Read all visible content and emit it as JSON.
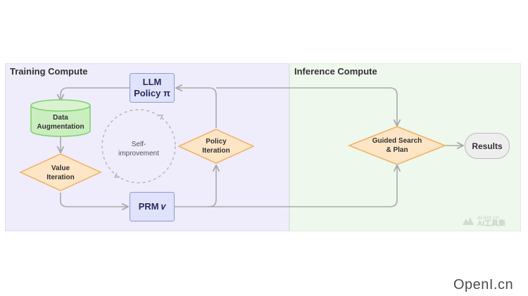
{
  "panels": {
    "training_title": "Training Compute",
    "inference_title": "Inference Compute"
  },
  "nodes": {
    "llm_policy_line1": "LLM",
    "llm_policy_line2": "Policy π",
    "prm": "PRM 𝑣",
    "data_aug_line1": "Data",
    "data_aug_line2": "Augmentation",
    "value_iter_line1": "Value",
    "value_iter_line2": "Iteration",
    "policy_iter_line1": "Policy",
    "policy_iter_line2": "Iteration",
    "self_improve_line1": "Self-",
    "self_improve_line2": "improvement",
    "guided_line1": "Guided Search",
    "guided_line2": "& Plan",
    "results": "Results"
  },
  "watermark": {
    "line1": "ai-bot.cn",
    "line2": "AI工具集"
  },
  "brand": "OpenI.cn",
  "colors": {
    "training_bg": "#efecfb",
    "inference_bg": "#eef8ec",
    "box_fill": "#dfe3fb",
    "box_stroke": "#8d97e6",
    "diamond_fill": "#fde5c5",
    "diamond_stroke": "#f0b060",
    "cylinder_fill": "#cbeec0",
    "cylinder_stroke": "#7fcf6c",
    "arrow": "#aaaaaa"
  }
}
